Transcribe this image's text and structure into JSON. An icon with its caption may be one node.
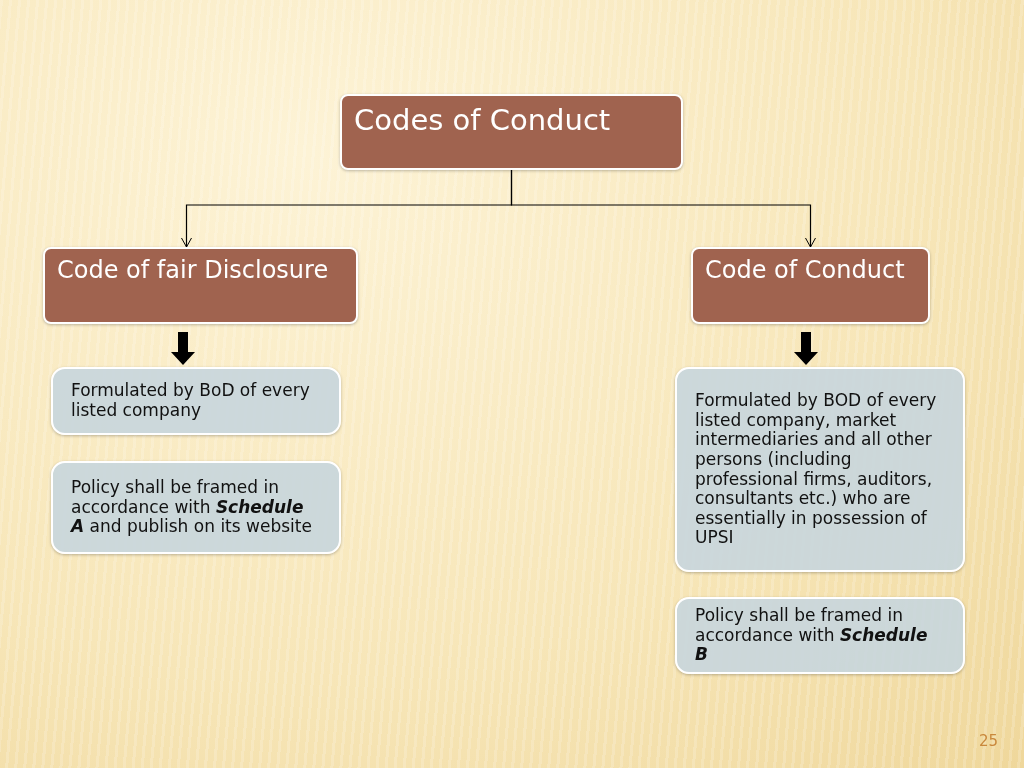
{
  "diagram": {
    "nodes": [
      {
        "text": [
          "Codes of Conduct"
        ]
      },
      {
        "text": [
          "Code of fair Disclosure"
        ]
      },
      {
        "text": [
          "Code of Conduct"
        ]
      },
      {
        "text": [
          "Formulated by BoD of every listed company"
        ]
      },
      {
        "text": [
          "Policy shall be framed in accordance with *Schedule A* and publish on its website"
        ]
      },
      {
        "text": [
          "Formulated by BOD of every listed company, market intermediaries and all other persons (including professional firms, auditors, consultants etc.) who are essentially in possession of UPSI"
        ]
      },
      {
        "text": [
          "Policy shall be framed in accordance with *Schedule B*"
        ]
      }
    ],
    "edges": [
      {
        "from": 0,
        "to": 1,
        "arrow": "to"
      },
      {
        "from": 0,
        "to": 2,
        "arrow": "to"
      },
      {
        "from": 1,
        "to": 3,
        "arrow": "to",
        "style": "thick"
      },
      {
        "from": 2,
        "to": 5,
        "arrow": "to",
        "style": "thick"
      }
    ],
    "labels": [
      "25"
    ]
  }
}
